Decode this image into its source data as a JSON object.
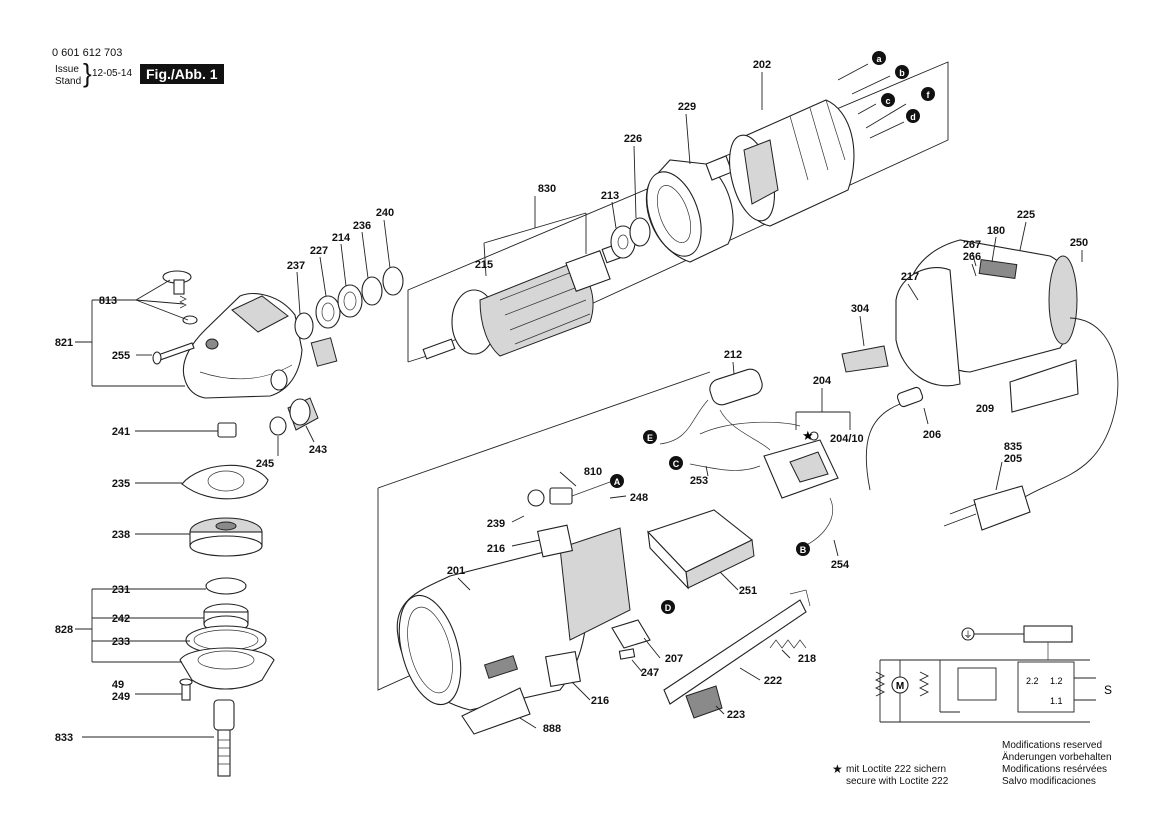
{
  "header": {
    "doc_number": "0 601 612 703",
    "issue_label": "Issue",
    "stand_label": "Stand",
    "date": "12-05-14",
    "figure_label": "Fig./Abb. 1"
  },
  "parts": {
    "p202": "202",
    "p229": "229",
    "p226": "226",
    "p213": "213",
    "p830": "830",
    "p215": "215",
    "p240": "240",
    "p236": "236",
    "p214": "214",
    "p227": "227",
    "p237": "237",
    "p813": "813",
    "p821": "821",
    "p255": "255",
    "p241": "241",
    "p245": "245",
    "p243": "243",
    "p235": "235",
    "p238": "238",
    "p231": "231",
    "p242": "242",
    "p828": "828",
    "p233": "233",
    "p49": "49",
    "p249": "249",
    "p833": "833",
    "p225": "225",
    "p180": "180",
    "p267": "267",
    "p266": "266",
    "p250": "250",
    "p217": "217",
    "p304": "304",
    "p212": "212",
    "p204": "204",
    "p204_10": "204/10",
    "p206": "206",
    "p209": "209",
    "p835": "835",
    "p205": "205",
    "p253": "253",
    "p810": "810",
    "p248": "248",
    "p239": "239",
    "p216a": "216",
    "p201": "201",
    "p251": "251",
    "p254": "254",
    "p207": "207",
    "p218": "218",
    "p247": "247",
    "p216b": "216",
    "p222": "222",
    "p223": "223",
    "p888": "888"
  },
  "markers": {
    "a": "a",
    "b": "b",
    "c": "c",
    "d": "d",
    "f": "f",
    "A": "A",
    "B": "B",
    "C": "C",
    "D": "D",
    "E": "E"
  },
  "schematic": {
    "ground": "⏚",
    "motor": "M",
    "speed_left": "2.2",
    "speed_right": "1.2",
    "speed_bottom": "1.1",
    "mains": "S"
  },
  "notes": {
    "star": "★",
    "loctite_de": "mit Loctite 222 sichern",
    "loctite_en": "secure with Loctite 222",
    "mod_en": "Modifications reserved",
    "mod_de": "Änderungen vorbehalten",
    "mod_fr": "Modifications resérvées",
    "mod_es": "Salvo modificaciones"
  }
}
